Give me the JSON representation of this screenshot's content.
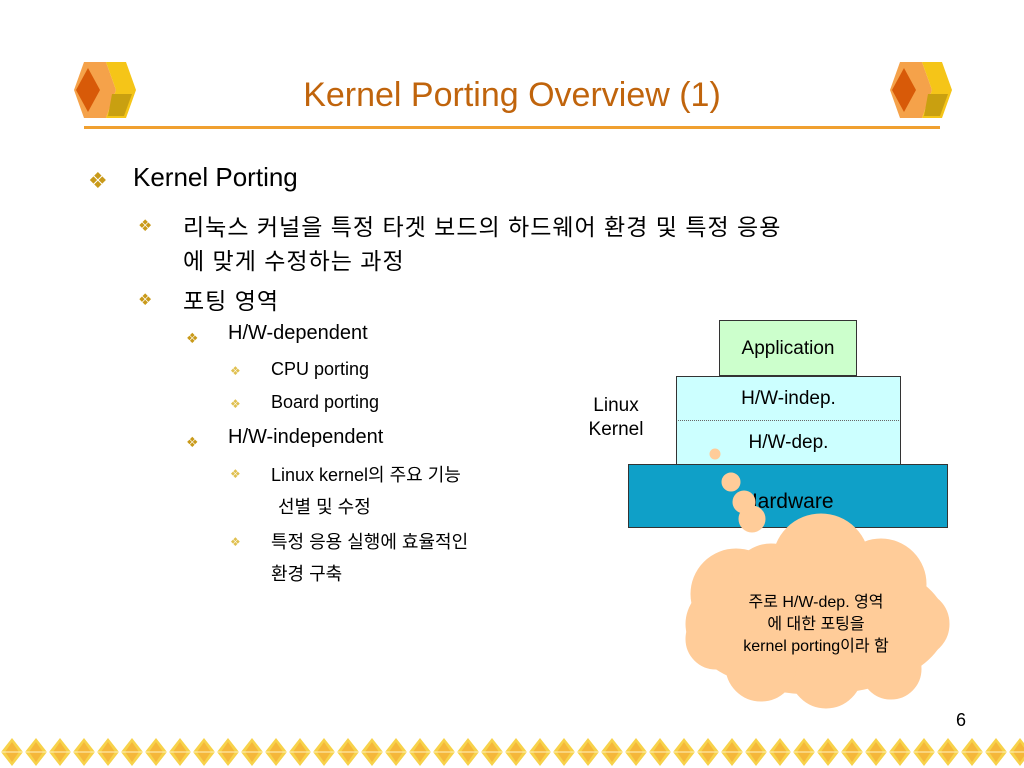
{
  "title": "Kernel Porting Overview (1)",
  "bullets": {
    "l1": "Kernel Porting",
    "l2a_line1": "리눅스 커널을 특정 타겟 보드의 하드웨어 환경 및 특정 응용",
    "l2a_line2": "에 맞게 수정하는 과정",
    "l2b": "포팅 영역",
    "hw_dependent": "H/W-dependent",
    "cpu_porting": "CPU porting",
    "board_porting": "Board porting",
    "hw_independent": "H/W-independent",
    "linux_kernel_line1": "Linux kernel의 주요 기능",
    "linux_kernel_line2": "선별 및 수정",
    "app_env_line1": "특정 응용 실행에 효율적인",
    "app_env_line2": "환경 구축"
  },
  "diagram": {
    "application": "Application",
    "hw_indep": "H/W-indep.",
    "hw_dep": "H/W-dep.",
    "hardware": "Hardware",
    "linux_kernel_line1": "Linux",
    "linux_kernel_line2": "Kernel"
  },
  "callout": {
    "line1": "주로 H/W-dep. 영역",
    "line2": "에 대한 포팅을",
    "line3": "kernel porting이라 함"
  },
  "page_number": "6",
  "colors": {
    "title": "#c0640c",
    "rule": "#f0a030",
    "bullet": "#c99a1a",
    "application": "#ccffcc",
    "hw_indep": "#ccffff",
    "hardware": "#0fa0c8",
    "cloud": "#ffcc99"
  },
  "icons": {
    "bullet": "four-diamond-bullet",
    "logo": "diamond-logo-icon"
  }
}
